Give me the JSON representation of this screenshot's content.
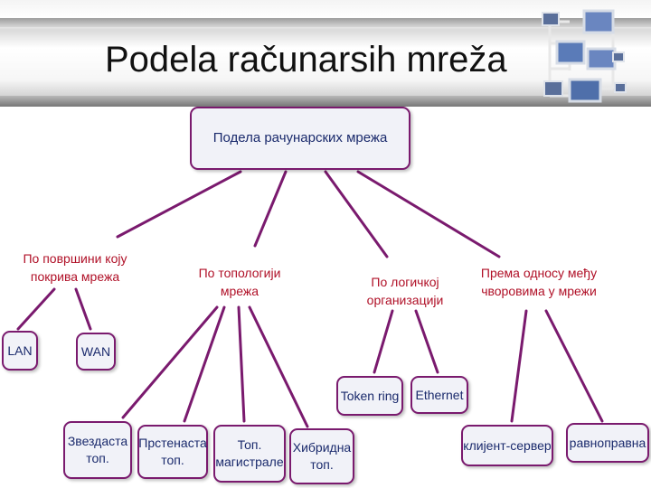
{
  "slide": {
    "title": "Podela računarsih mreža"
  },
  "diagram": {
    "root": "Подела рачунарских мрежа",
    "categories": [
      {
        "label": "По површини коју\nпокрива мрежа",
        "children": [
          "LAN",
          "WAN"
        ]
      },
      {
        "label": "По топологији\nмрежа",
        "children": [
          "Звездаста\nтоп.",
          "Прстенаста\nтоп.",
          "Топ.\nмагистрале",
          "Хибридна\nтоп."
        ]
      },
      {
        "label": "По логичкој\nорганизацији",
        "children": [
          "Token ring",
          "Ethernet"
        ]
      },
      {
        "label": "Према односу међу\nчворовима у мрежи",
        "children": [
          "клијент-сервер",
          "равноправна"
        ]
      }
    ]
  },
  "colors": {
    "line": "#7a1a6e",
    "box_text": "#1a2a6c",
    "category_text": "#b01027",
    "box_fill": "#f1f2f8"
  },
  "icons": {
    "logo": "network-computers-icon"
  }
}
